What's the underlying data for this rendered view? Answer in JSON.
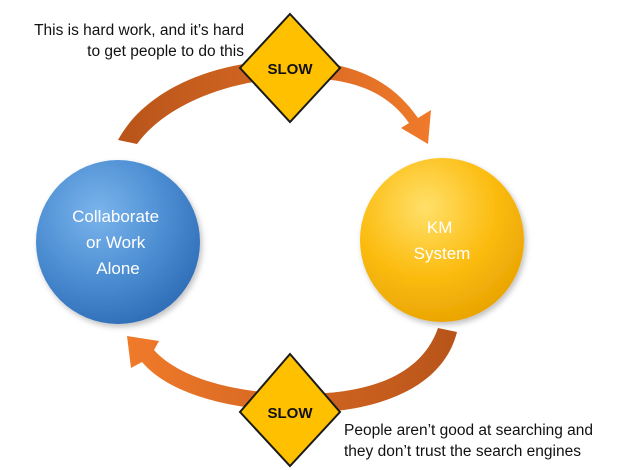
{
  "nodes": {
    "left": {
      "lines": [
        "Collaborate",
        "or Work",
        "Alone"
      ],
      "color": "#4e8fd3"
    },
    "right": {
      "lines": [
        "KM",
        "System"
      ],
      "color": "#fcbd12"
    }
  },
  "gates": {
    "top": {
      "label": "SLOW"
    },
    "bottom": {
      "label": "SLOW"
    },
    "color": "#ffc000"
  },
  "arrow_color": "#e36c1d",
  "notes": {
    "top": [
      "This is hard work, and it’s hard",
      "to get people to do this"
    ],
    "bottom": [
      "People aren’t good at searching and",
      "they don’t trust the search engines"
    ]
  }
}
